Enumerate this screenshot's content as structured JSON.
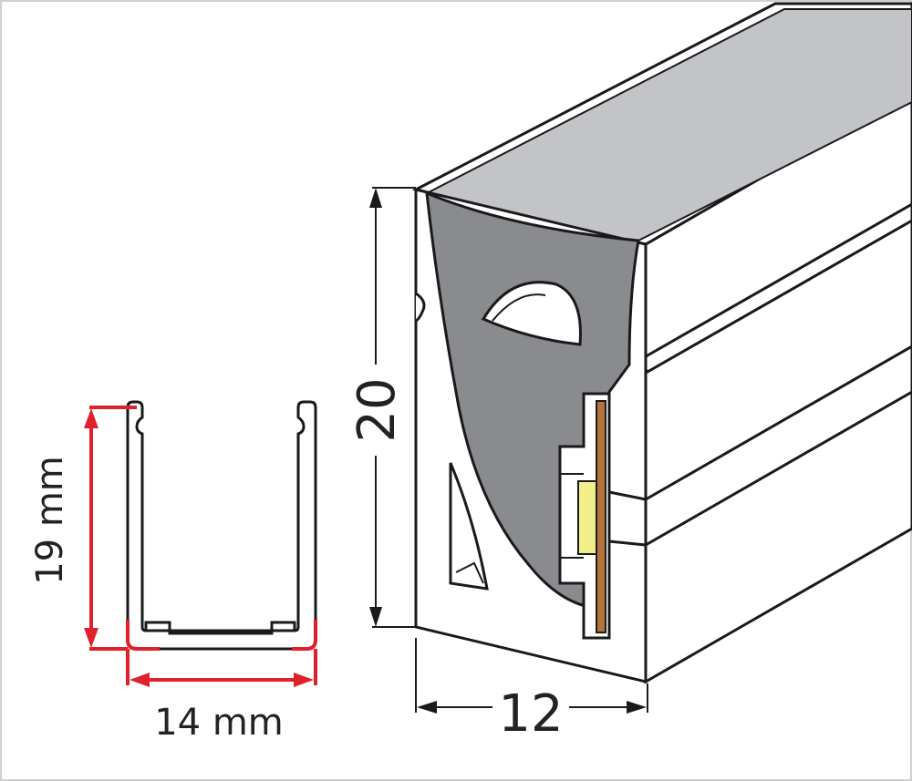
{
  "colors": {
    "outline": "#1a1a1a",
    "diffuser_top": "#c2c4c7",
    "diffuser_face": "#8a8b8f",
    "dimension_red": "#e0202a",
    "pcb": "#b5723a",
    "led": "#f2ee8a",
    "frame": "#cfcfcf"
  },
  "channel_profile": {
    "height_label": "19 mm",
    "width_label": "14 mm"
  },
  "neon_profile": {
    "height_label": "20",
    "width_label": "12"
  }
}
